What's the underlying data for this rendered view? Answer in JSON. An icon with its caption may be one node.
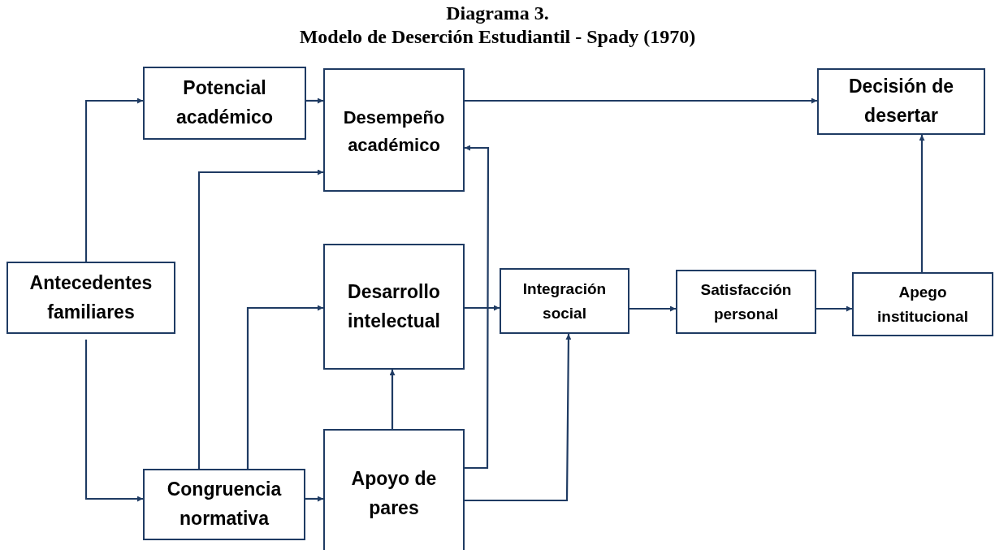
{
  "diagram": {
    "title": "Diagrama 3.",
    "nodes": [
      {
        "text": [
          "Antecedentes familiares"
        ]
      },
      {
        "text": [
          "Potencial académico"
        ]
      },
      {
        "text": [
          "Desempeño académico"
        ]
      },
      {
        "text": [
          "Decisión de desertar"
        ]
      },
      {
        "text": [
          "Desarrollo intelectual"
        ]
      },
      {
        "text": [
          "Integración social"
        ]
      },
      {
        "text": [
          "Satisfacción personal"
        ]
      },
      {
        "text": [
          "Apego institucional"
        ]
      },
      {
        "text": [
          "Congruencia normativa"
        ]
      },
      {
        "text": [
          "Apoyo de pares"
        ]
      }
    ],
    "edges": [
      {
        "from": 0,
        "to": 1,
        "arrow": "to"
      },
      {
        "from": 0,
        "to": 8,
        "arrow": "to"
      },
      {
        "from": 1,
        "to": 2,
        "arrow": "to"
      },
      {
        "from": 2,
        "to": 3,
        "arrow": "to"
      },
      {
        "from": 8,
        "to": 2,
        "arrow": "to"
      },
      {
        "from": 8,
        "to": 4,
        "arrow": "to"
      },
      {
        "from": 8,
        "to": 9,
        "arrow": "to"
      },
      {
        "from": 9,
        "to": 4,
        "arrow": "to"
      },
      {
        "from": 9,
        "to": 2,
        "arrow": "to"
      },
      {
        "from": 4,
        "to": 5,
        "arrow": "to"
      },
      {
        "from": 9,
        "to": 5,
        "arrow": "to"
      },
      {
        "from": 5,
        "to": 6,
        "arrow": "to"
      },
      {
        "from": 6,
        "to": 7,
        "arrow": "to"
      },
      {
        "from": 7,
        "to": 3,
        "arrow": "to"
      }
    ],
    "labels": [
      "Modelo de Deserción Estudiantil - Spady (1970)"
    ]
  }
}
